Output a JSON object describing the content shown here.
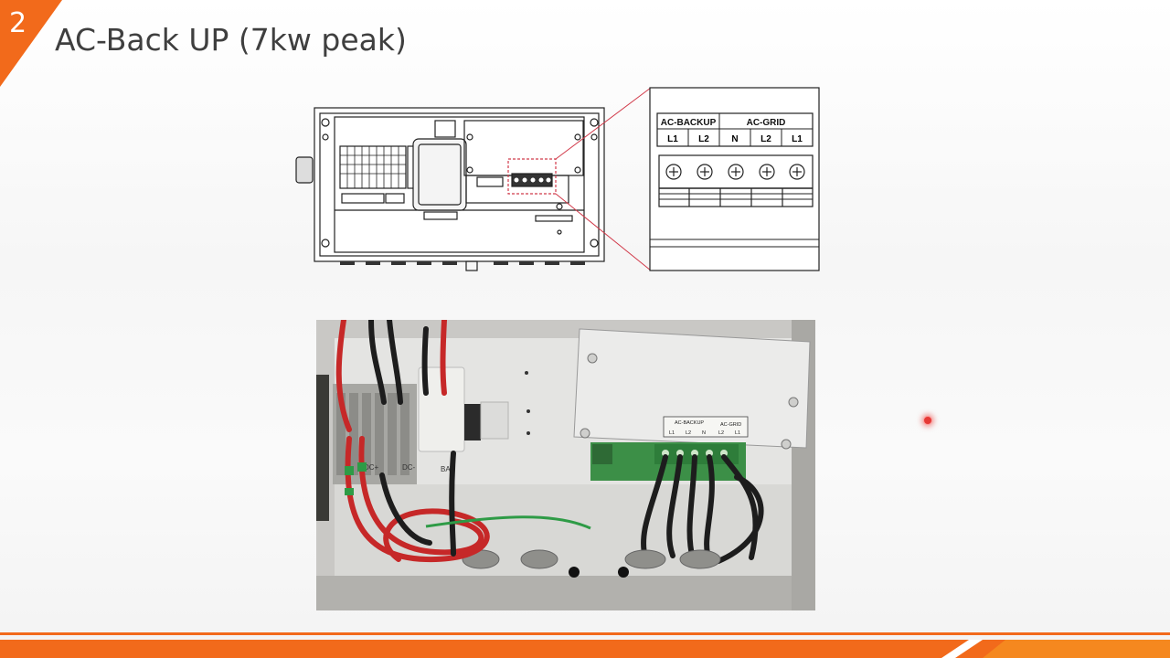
{
  "slide": {
    "number": "2",
    "title": "AC-Back UP (7kw peak)"
  },
  "diagram": {
    "header_backup": "AC-BACKUP",
    "header_grid": "AC-GRID",
    "terminals": [
      "L1",
      "L2",
      "N",
      "L2",
      "L1"
    ]
  },
  "photo": {
    "label_dc_pos": "DC+",
    "label_dc_neg": "DC-",
    "label_bat": "BAT",
    "board_header_backup": "AC-BACKUP",
    "board_header_grid": "AC-GRID",
    "board_terminals": [
      "L1",
      "L2",
      "N",
      "L2",
      "L1"
    ]
  },
  "colors": {
    "accent_orange": "#f26a1b",
    "title_gray": "#3f3f3f"
  }
}
